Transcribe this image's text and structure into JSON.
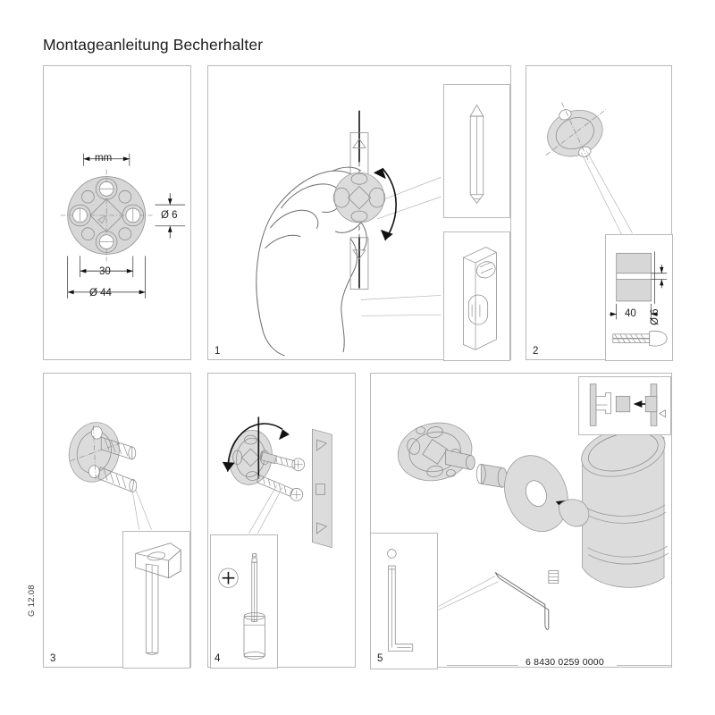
{
  "document": {
    "title": "Montageanleitung Becherhalter",
    "side_code": "G 12.08",
    "article_number": "6 8430 0259 0000"
  },
  "panels": [
    {
      "id": "dimensions",
      "number": "",
      "name": "mounting-plate-dimensions",
      "dimensions": {
        "unit_label": "mm",
        "hole_diameter": "Ø 6",
        "hole_spacing": "30",
        "plate_diameter": "Ø 44"
      }
    },
    {
      "id": "step-1",
      "number": "1",
      "name": "mark-position-on-wall",
      "insets": [
        {
          "name": "pencil-inset",
          "tool": "pencil"
        },
        {
          "name": "spirit-level-inset",
          "tool": "spirit-level"
        }
      ]
    },
    {
      "id": "step-2",
      "number": "2",
      "name": "drill-holes",
      "insets": [
        {
          "name": "drill-detail-inset",
          "tool": "masonry-drill-bit"
        }
      ],
      "dimensions": {
        "hole_diameter": "Ø 6",
        "hole_depth": "40"
      }
    },
    {
      "id": "step-3",
      "number": "3",
      "name": "insert-wall-plugs",
      "insets": [
        {
          "name": "hammer-inset",
          "tool": "hammer"
        }
      ]
    },
    {
      "id": "step-4",
      "number": "4",
      "name": "fasten-screws",
      "insets": [
        {
          "name": "screwdriver-inset",
          "tool": "phillips-screwdriver"
        }
      ]
    },
    {
      "id": "step-5",
      "number": "5",
      "name": "mount-tumbler-holder",
      "insets": [
        {
          "name": "allen-key-inset",
          "tool": "allen-key"
        },
        {
          "name": "section-detail-inset",
          "tool": "cross-section"
        }
      ]
    }
  ]
}
